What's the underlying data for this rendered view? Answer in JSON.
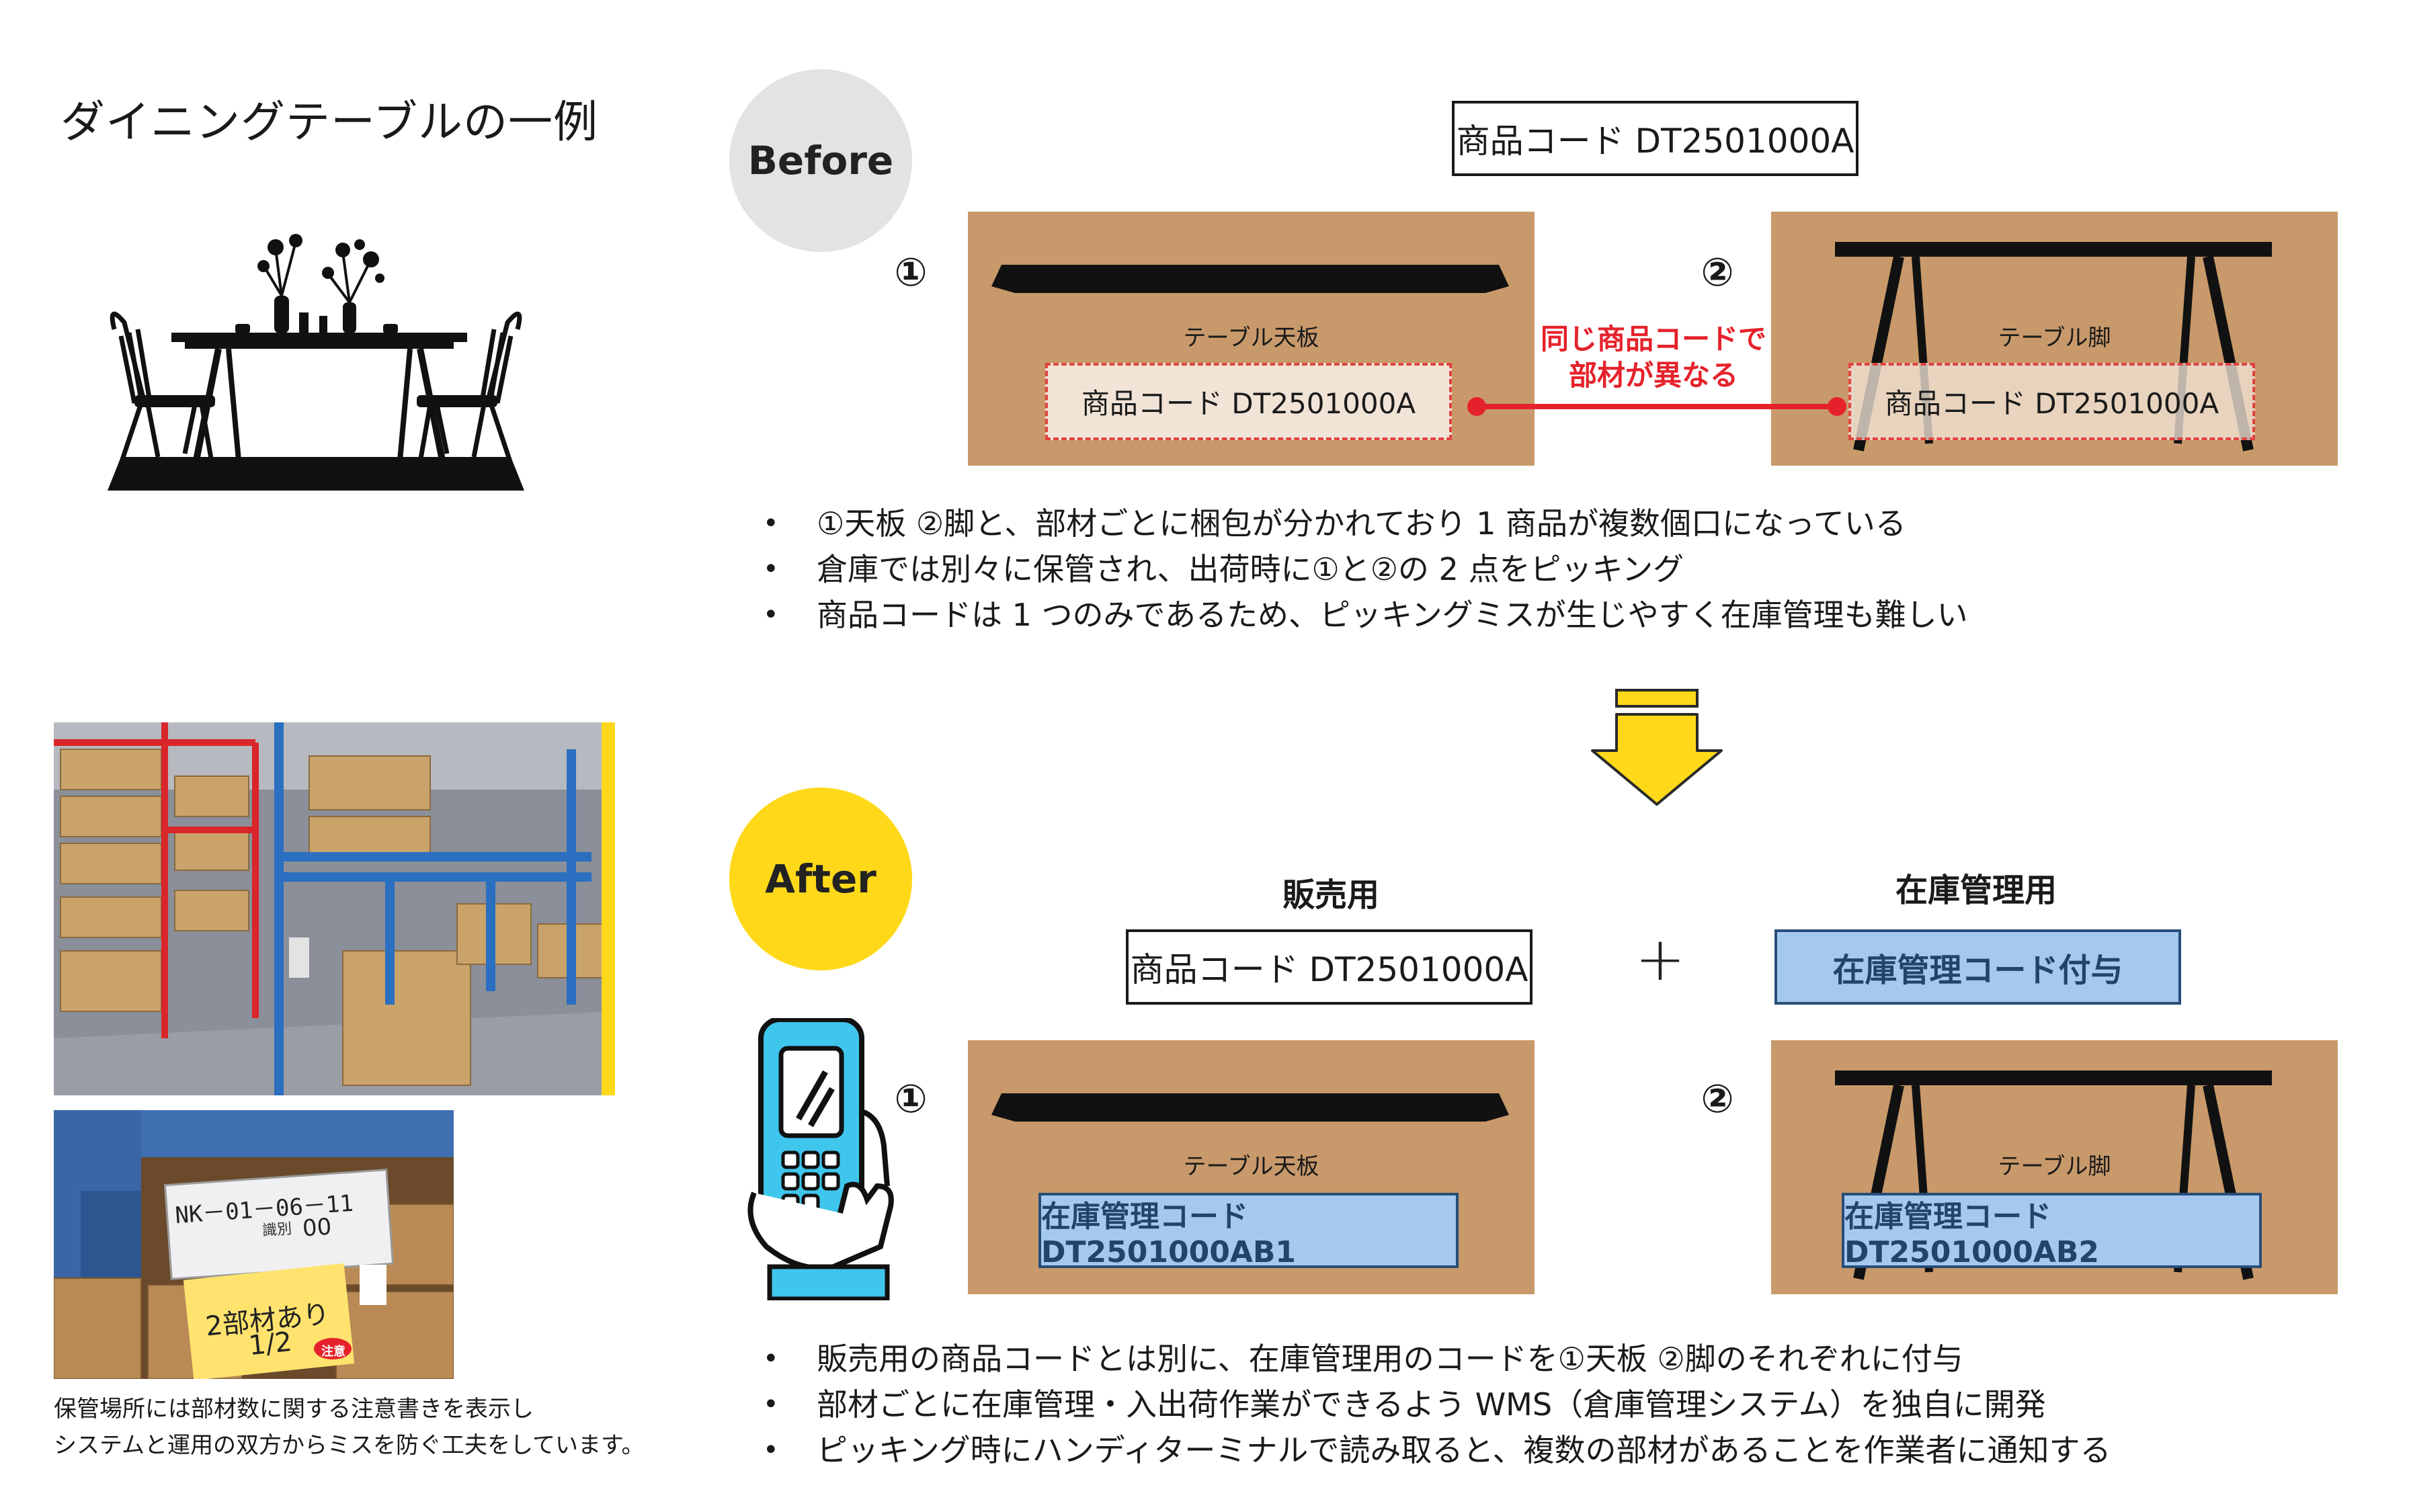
{
  "title": "ダイニングテーブルの一例",
  "before": {
    "badge": "Before",
    "product_code": "商品コード DT2501000A",
    "part1": {
      "num": "①",
      "label": "テーブル天板",
      "code": "商品コード DT2501000A"
    },
    "part2": {
      "num": "②",
      "label": "テーブル脚",
      "code": "商品コード DT2501000A"
    },
    "note_line1": "同じ商品コードで",
    "note_line2": "部材が異なる",
    "bullets": [
      "①天板 ②脚と、部材ごとに梱包が分かれており 1 商品が複数個口になっている",
      "倉庫では別々に保管され、出荷時に①と②の 2 点をピッキング",
      "商品コードは 1 つのみであるため、ピッキングミスが生じやすく在庫管理も難しい"
    ]
  },
  "after": {
    "badge": "After",
    "sales_heading": "販売用",
    "sales_code": "商品コード DT2501000A",
    "plus": "+",
    "inventory_heading": "在庫管理用",
    "inventory_code": "在庫管理コード付与",
    "part1": {
      "num": "①",
      "label": "テーブル天板",
      "code": "在庫管理コード DT2501000AB1"
    },
    "part2": {
      "num": "②",
      "label": "テーブル脚",
      "code": "在庫管理コード DT2501000AB2"
    },
    "bullets": [
      "販売用の商品コードとは別に、在庫管理用のコードを①天板 ②脚のそれぞれに付与",
      "部材ごとに在庫管理・入出荷作業ができるよう WMS（倉庫管理システム）を独自に開発",
      "ピッキング時にハンディターミナルで読み取ると、複数の部材があることを作業者に通知する"
    ]
  },
  "photo": {
    "label_code": "NK－01－06－11",
    "label_qty": "00",
    "label_small": "識別",
    "sticky_line1": "2部材あり",
    "sticky_line2": "1/2",
    "sticky_badge": "注意"
  },
  "caption": {
    "line1": "保管場所には部材数に関する注意書きを表示し",
    "line2": "システムと運用の双方からミスを防ぐ工夫をしています。"
  },
  "colors": {
    "panel": "#c8996a",
    "before_badge": "#e3e3e3",
    "after_badge": "#ffd919",
    "arrow": "#ffd919",
    "red": "#e5222b",
    "blue_box": "#a5c8ee",
    "scanner": "#3fc6ec"
  },
  "icons": [
    "dining-set-icon",
    "tabletop-icon",
    "table-legs-icon",
    "down-arrow-icon",
    "handheld-scanner-icon"
  ]
}
